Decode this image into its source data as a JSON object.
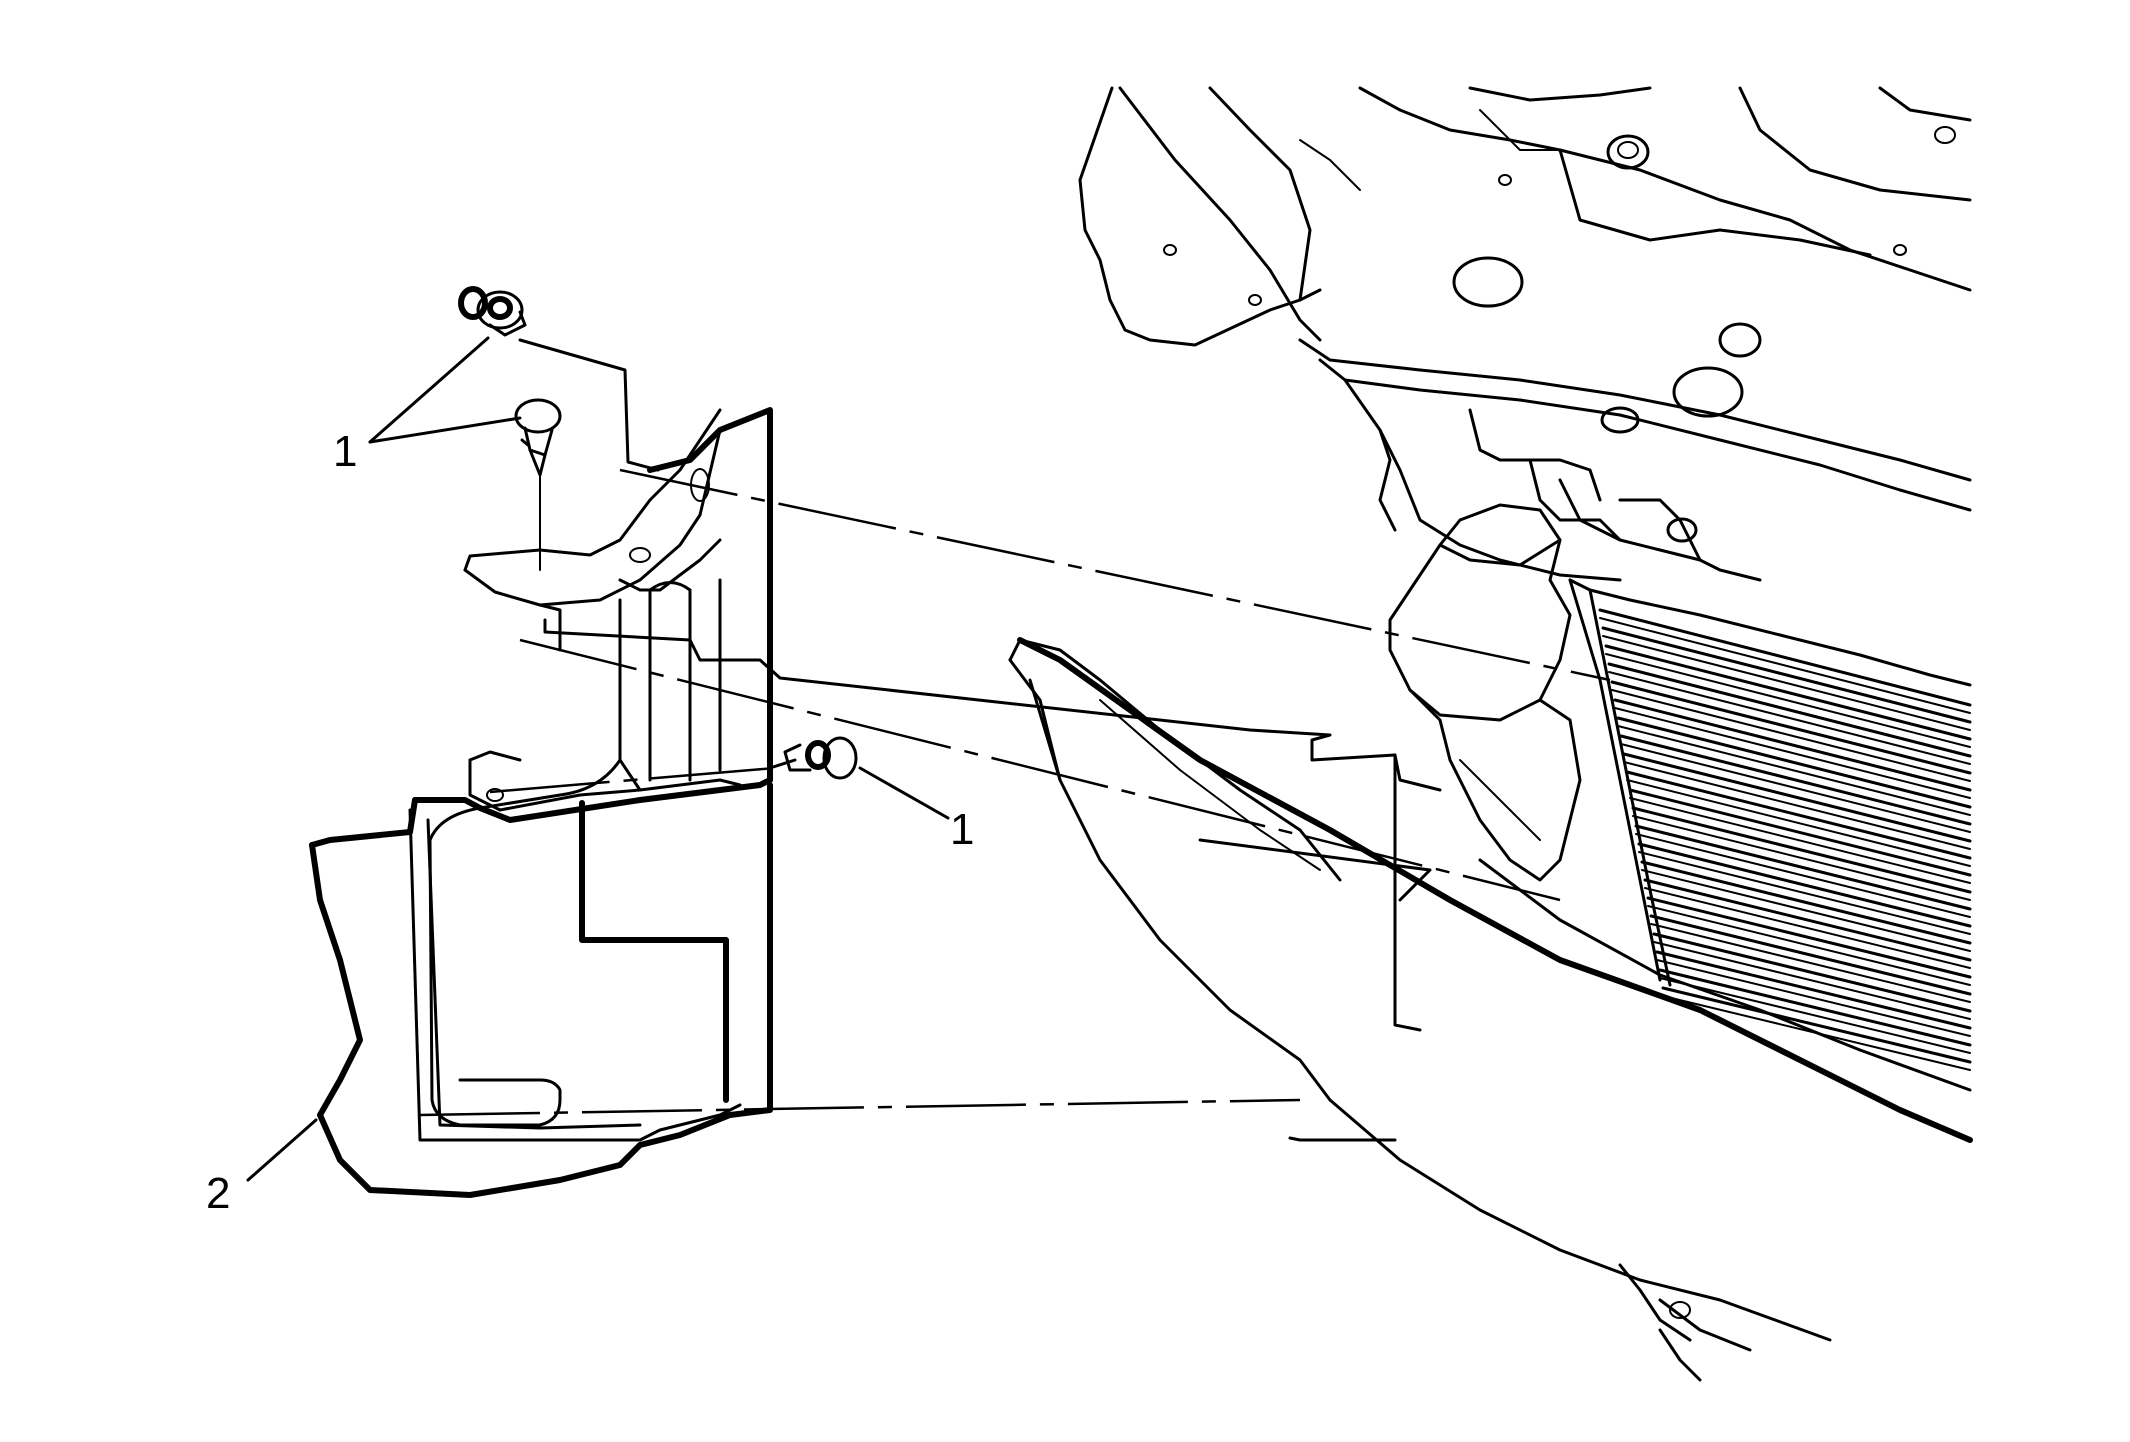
{
  "callouts": [
    {
      "id": "callout-1-top",
      "label": "1"
    },
    {
      "id": "callout-1-mid",
      "label": "1"
    },
    {
      "id": "callout-2",
      "label": "2"
    }
  ],
  "colors": {
    "line": "#000000",
    "background": "#ffffff"
  }
}
